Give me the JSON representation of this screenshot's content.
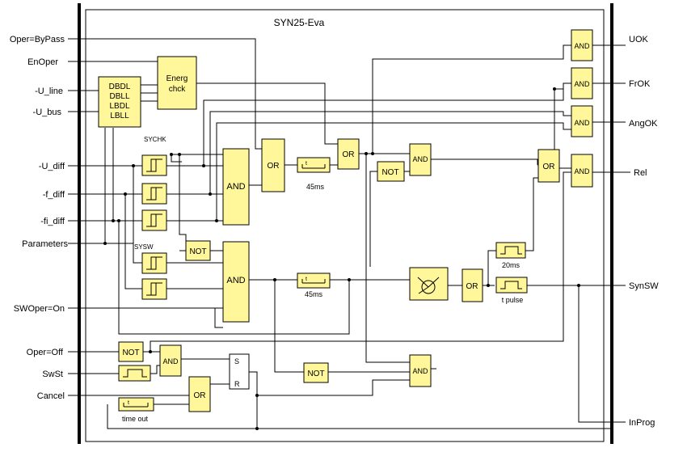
{
  "title": "SYN25-Eva",
  "inputs": {
    "oper_bypass": "Oper=ByPass",
    "en_oper": "EnOper",
    "u_line": "-U_line",
    "u_bus": "-U_bus",
    "u_diff": "-U_diff",
    "f_diff": "-f_diff",
    "fi_diff": "-fi_diff",
    "parameters": "Parameters",
    "swoper_on": "SWOper=On",
    "oper_off": "Oper=Off",
    "swst": "SwSt",
    "cancel": "Cancel"
  },
  "outputs": {
    "uok": "UOK",
    "frok": "FrOK",
    "angok": "AngOK",
    "rel": "Rel",
    "synsw": "SynSW",
    "inprog": "InProg"
  },
  "blocks": {
    "dbdl_lines": [
      "DBDL",
      "DBLL",
      "LBDL",
      "LBLL"
    ],
    "energ_lines": [
      "Energ",
      "chck"
    ],
    "and": "AND",
    "or": "OR",
    "not": "NOT",
    "s": "S",
    "r": "R"
  },
  "labels": {
    "sychk": "SYCHK",
    "sysw": "SYSW",
    "t45_upper": "45ms",
    "t45_lower": "45ms",
    "t20": "20ms",
    "tpulse": "t pulse",
    "timeout": "time out",
    "timer_t": "t"
  }
}
